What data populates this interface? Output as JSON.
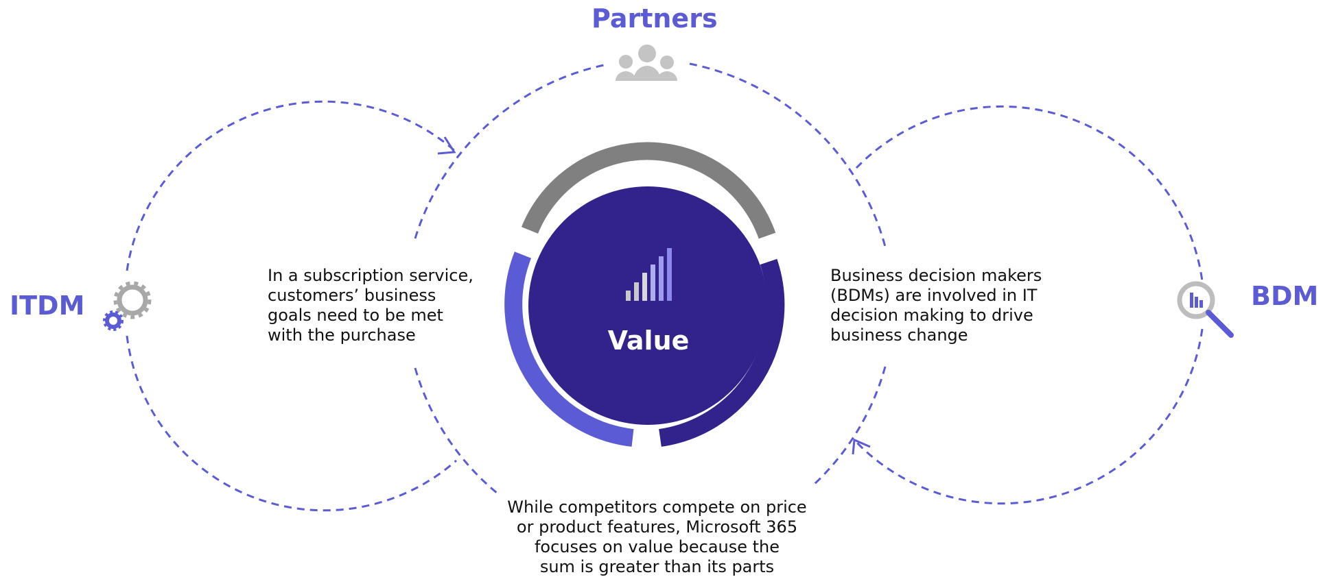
{
  "labels": {
    "partners": "Partners",
    "itdm": "ITDM",
    "bdm": "BDM",
    "value": "Value"
  },
  "descriptions": {
    "left": [
      "In a subscription service,",
      "customers’ business",
      "goals need to be met",
      "with the purchase"
    ],
    "right": [
      "Business decision makers",
      "(BDMs) are involved in IT",
      "decision making to drive",
      "business change"
    ],
    "bottom": [
      "While competitors compete on price",
      "or product features, Microsoft 365",
      "focuses on value because the",
      "sum is greater than its parts"
    ]
  },
  "icons": {
    "partners": "people-group-icon",
    "itdm": "gears-icon",
    "bdm": "magnifier-chart-icon",
    "value": "signal-bars-icon"
  },
  "colors": {
    "accent": "#5B5BD6",
    "dark_purple": "#32228B",
    "ring_gray": "#808080",
    "icon_gray": "#BDBDBD"
  }
}
